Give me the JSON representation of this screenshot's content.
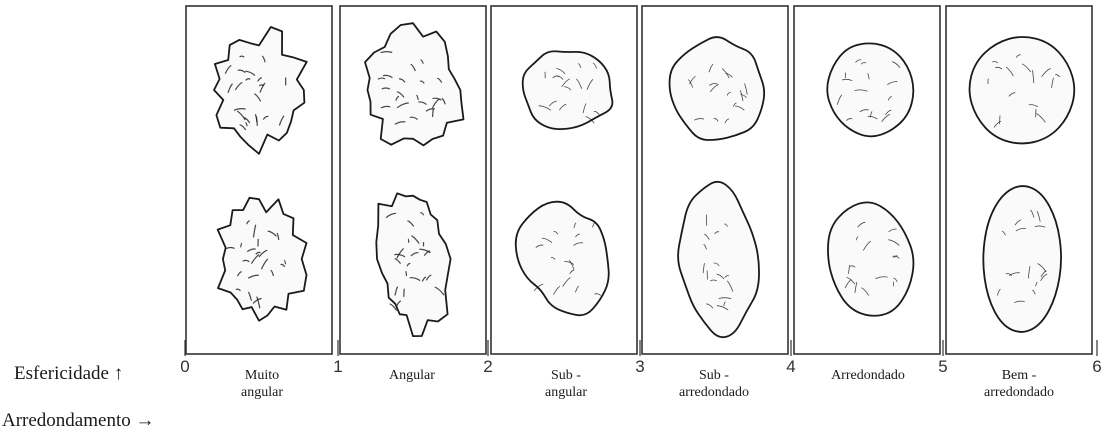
{
  "axes": {
    "y_label": "Esfericidade ↑",
    "x_label": "Arredondamento →",
    "ticks": [
      "0",
      "1",
      "2",
      "3",
      "4",
      "5",
      "6"
    ]
  },
  "categories": [
    {
      "line1": "Muito",
      "line2": "angular"
    },
    {
      "line1": "Angular",
      "line2": ""
    },
    {
      "line1": "Sub -",
      "line2": "angular"
    },
    {
      "line1": "Sub -",
      "line2": "arredondado"
    },
    {
      "line1": "Arredondado",
      "line2": ""
    },
    {
      "line1": "Bem -",
      "line2": "arredondado"
    }
  ],
  "colors": {
    "ink": "#1a1a1a",
    "panel_border": "#333333"
  }
}
